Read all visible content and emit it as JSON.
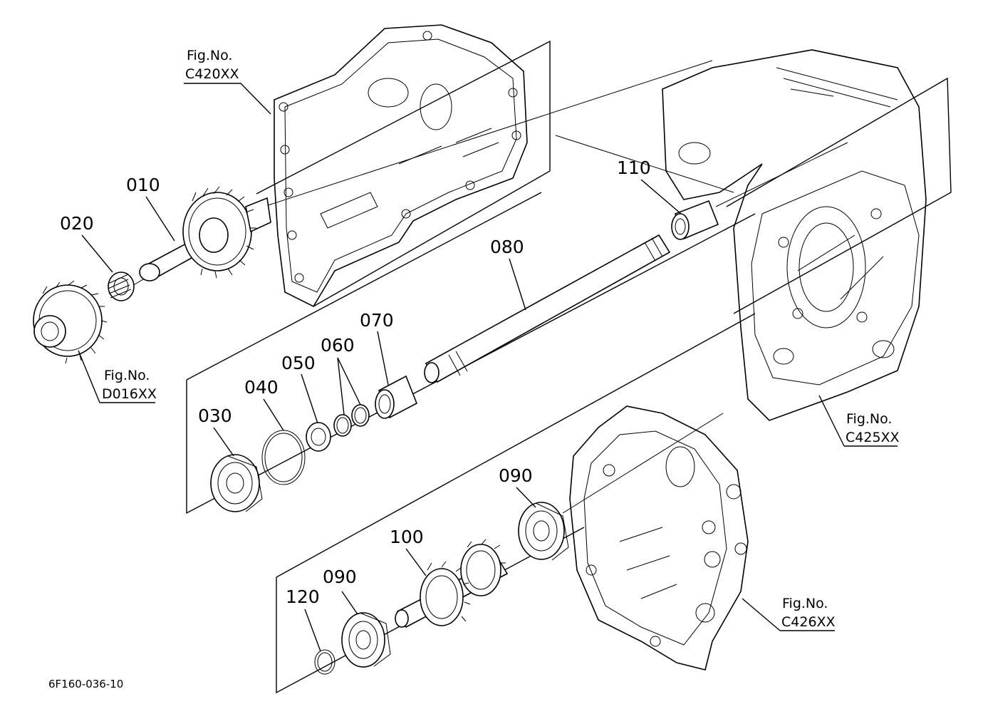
{
  "parts": [
    {
      "id": "p010",
      "label": "010"
    },
    {
      "id": "p020",
      "label": "020"
    },
    {
      "id": "p030",
      "label": "030"
    },
    {
      "id": "p040",
      "label": "040"
    },
    {
      "id": "p050",
      "label": "050"
    },
    {
      "id": "p060",
      "label": "060"
    },
    {
      "id": "p070",
      "label": "070"
    },
    {
      "id": "p080",
      "label": "080"
    },
    {
      "id": "p090a",
      "label": "090"
    },
    {
      "id": "p090b",
      "label": "090"
    },
    {
      "id": "p100",
      "label": "100"
    },
    {
      "id": "p110",
      "label": "110"
    },
    {
      "id": "p120",
      "label": "120"
    }
  ],
  "figure_refs": [
    {
      "id": "c420",
      "line1": "Fig.No.",
      "line2": "C420XX"
    },
    {
      "id": "d016",
      "line1": "Fig.No.",
      "line2": "D016XX"
    },
    {
      "id": "c425",
      "line1": "Fig.No.",
      "line2": "C425XX"
    },
    {
      "id": "c426",
      "line1": "Fig.No.",
      "line2": "C426XX"
    }
  ],
  "drawing_code": "6F160-036-10"
}
